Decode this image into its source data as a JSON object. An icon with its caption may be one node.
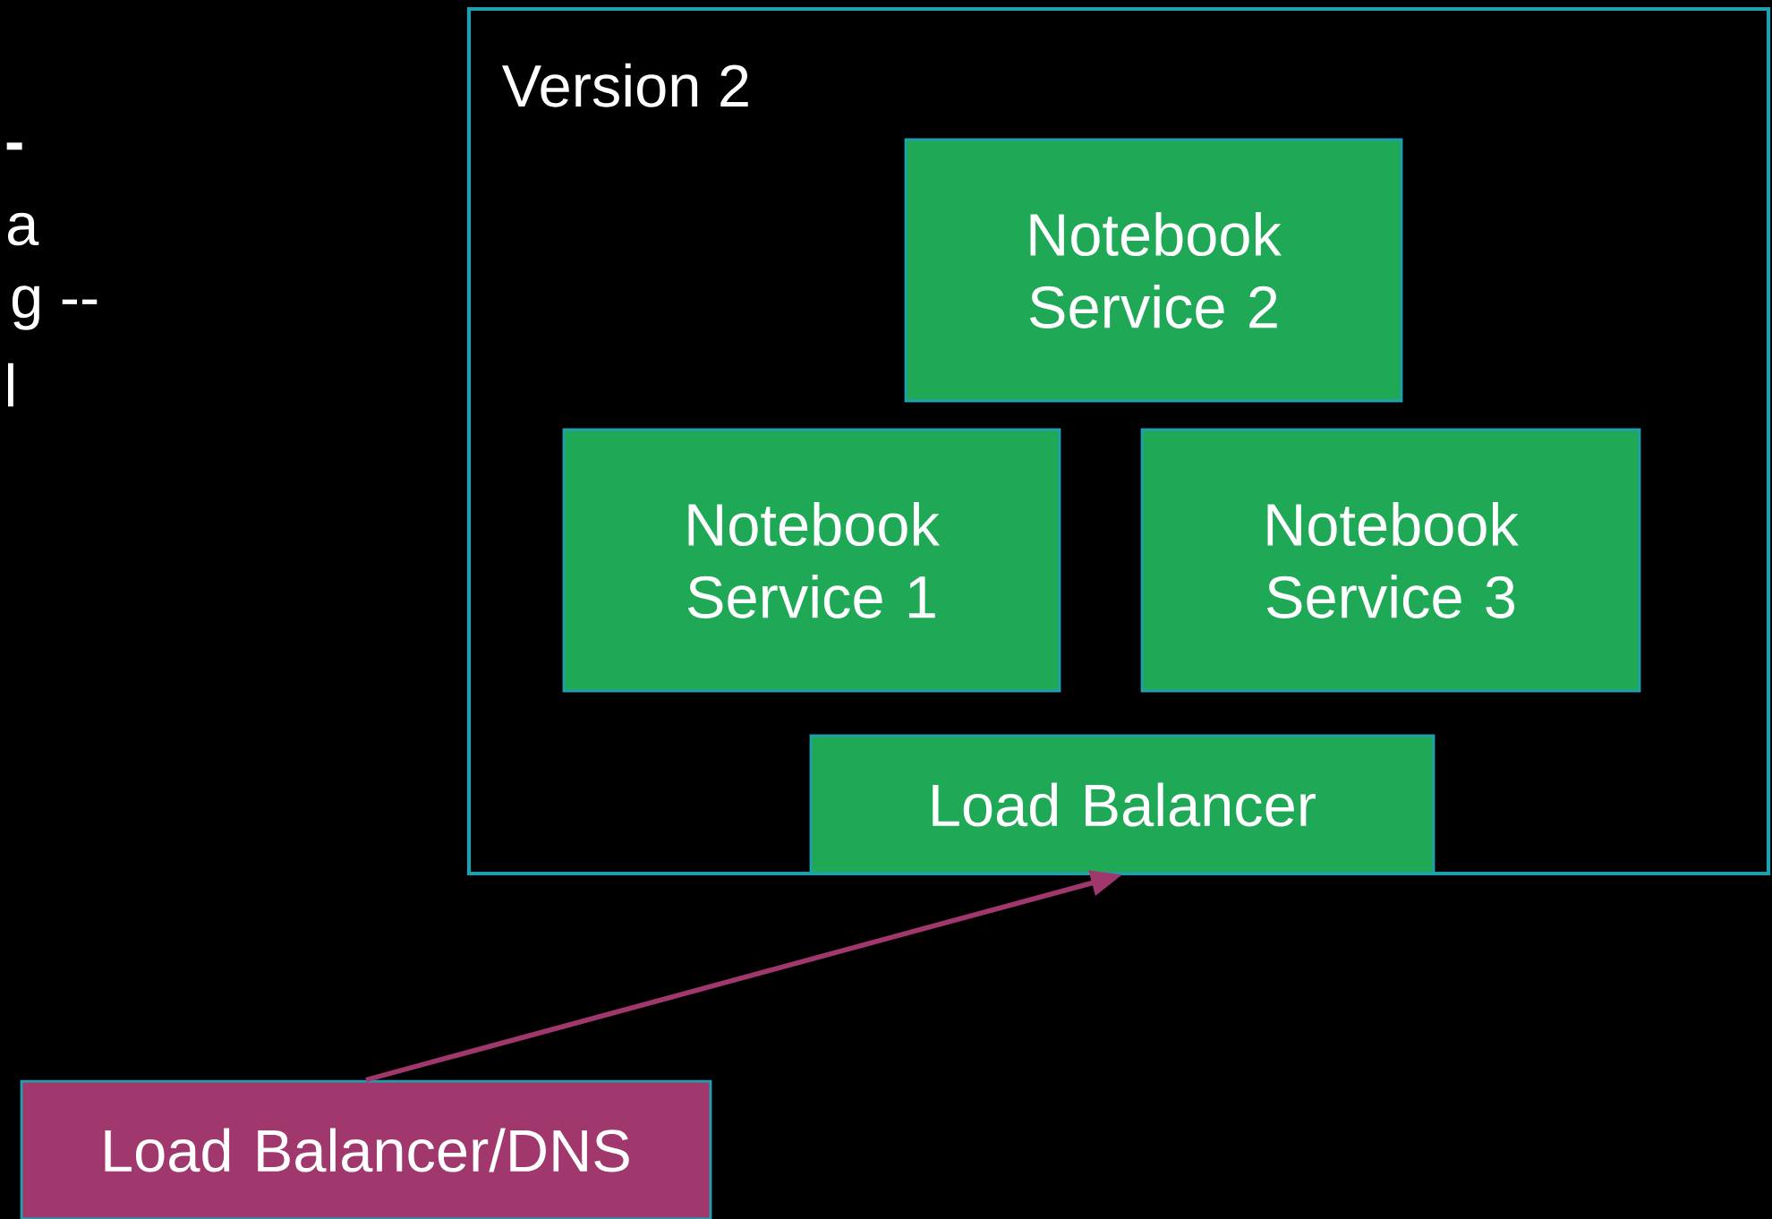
{
  "diagram": {
    "nodes": [
      {
        "text": [
          "Version 2"
        ]
      },
      {
        "text": [
          "Notebook Service 2"
        ],
        "in": 0
      },
      {
        "text": [
          "Notebook Service 1"
        ],
        "in": 0
      },
      {
        "text": [
          "Notebook Service 3"
        ],
        "in": 0
      },
      {
        "text": [
          "Load Balancer"
        ],
        "in": 0
      },
      {
        "text": [
          "Load Balancer/DNS"
        ]
      }
    ],
    "edges": [
      {
        "from": 5,
        "to": 4,
        "arrow": "to",
        "color": "#a0386e"
      }
    ],
    "labels": [
      "-",
      "a",
      "g --",
      "l"
    ]
  }
}
